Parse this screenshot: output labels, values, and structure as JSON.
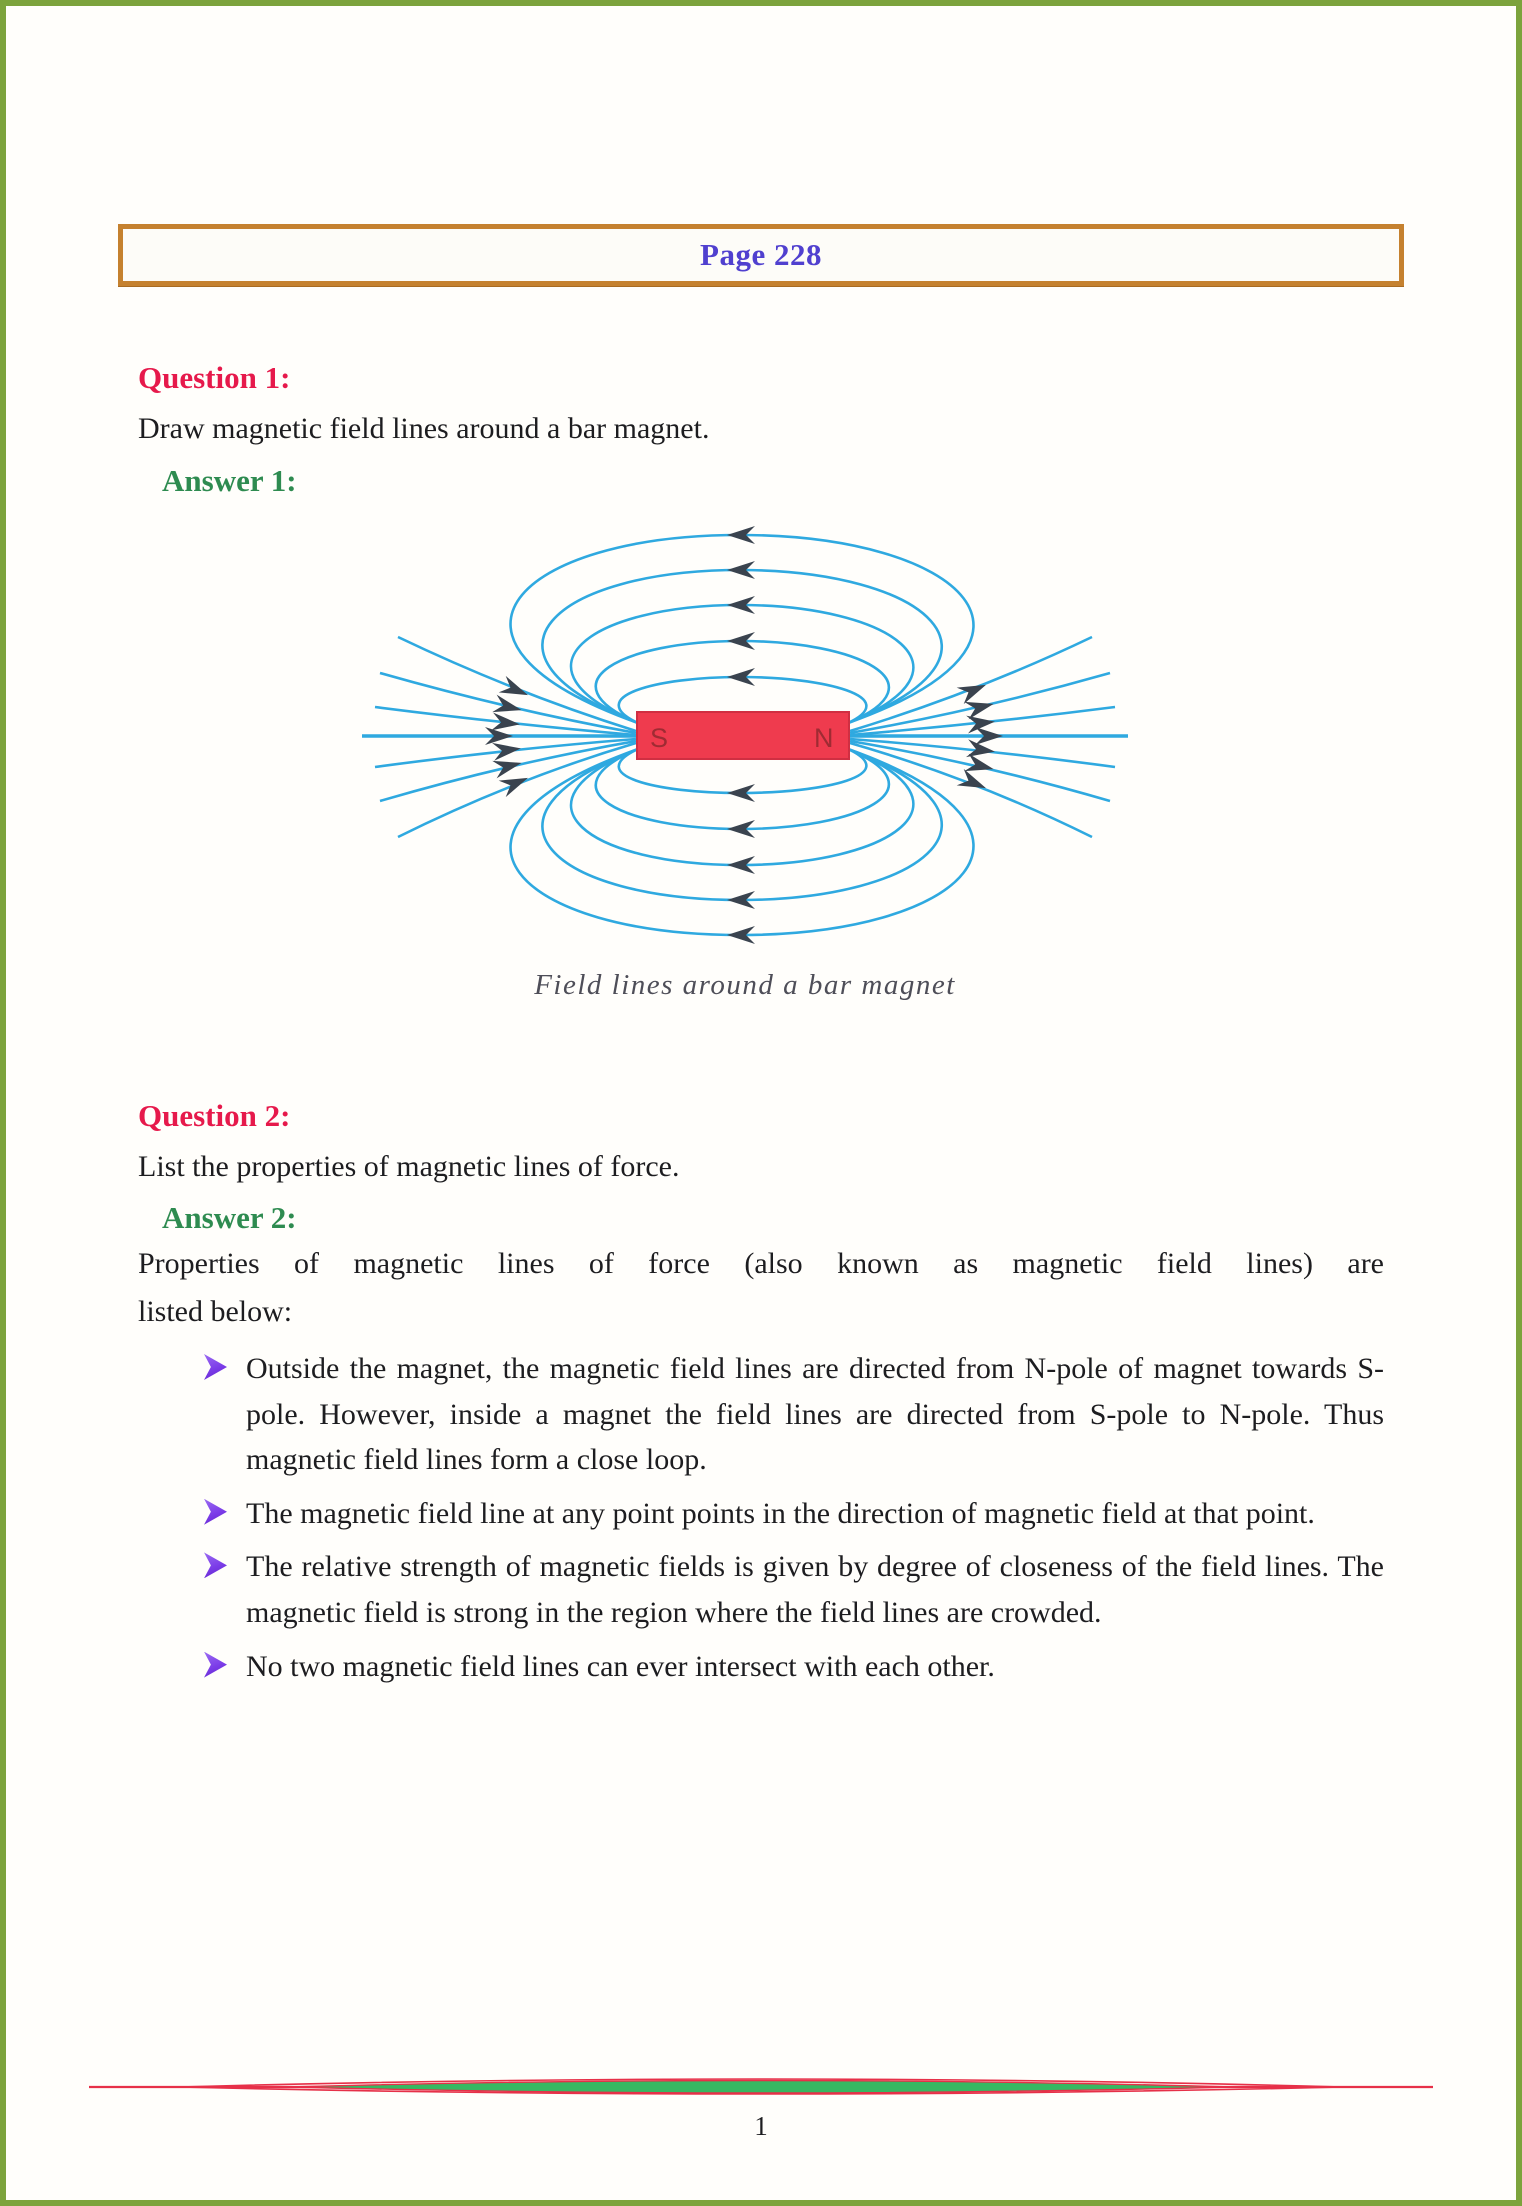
{
  "page": {
    "header": "Page 228",
    "page_number": "1"
  },
  "questions": [
    {
      "label": "Question 1:",
      "text": "Draw magnetic field lines around a bar magnet.",
      "answer_label": "Answer 1:",
      "figure": {
        "caption": "Field lines around a bar magnet",
        "magnet_left_pole": "S",
        "magnet_right_pole": "N"
      }
    },
    {
      "label": "Question 2:",
      "text": "List the properties of magnetic lines of force.",
      "answer_label": "Answer 2:",
      "answer_intro_line1": "Properties of magnetic lines of force (also known as magnetic field lines) are",
      "answer_intro_line2": "listed below:",
      "bullets": [
        "Outside the magnet, the magnetic field lines are directed from N-pole of magnet towards S-pole. However, inside a magnet the field lines are directed from S-pole to N-pole. Thus magnetic field lines form a close loop.",
        "The magnetic field line at any point points in the direction of magnetic field at that point.",
        "The relative strength of magnetic fields is given by degree of closeness of the field lines. The magnetic field is strong in the region where the field lines are crowded.",
        "No two magnetic field lines can ever intersect with each other."
      ]
    }
  ],
  "icons": {
    "bullet_marker": "arrowhead-right-icon"
  },
  "colors": {
    "page_border_green": "#7ca33c",
    "title_box_orange": "#c5812f",
    "title_text_blue": "#5040cf",
    "question_red": "#e6194b",
    "answer_green": "#2e8b50",
    "bullet_purple": "#7b3ce8",
    "field_line_cyan": "#2fa9e0",
    "magnet_red": "#ef3b4e",
    "arrowhead_dark": "#3a434e",
    "divider_red": "#e63048",
    "divider_green": "#37b862"
  }
}
